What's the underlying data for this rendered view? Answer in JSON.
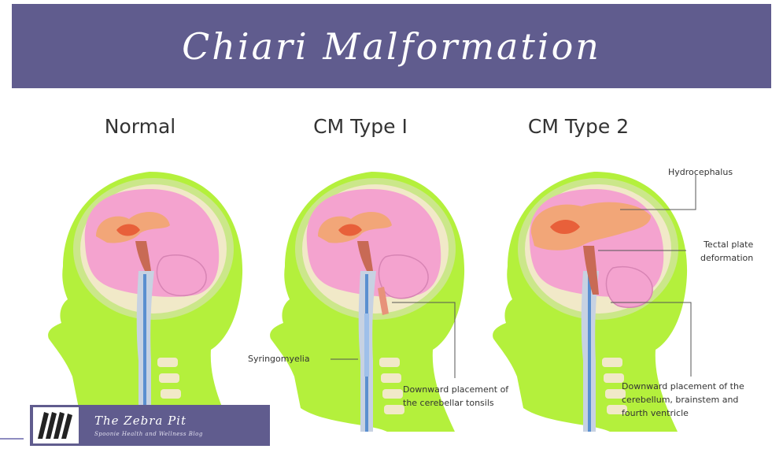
{
  "header": {
    "title": "Chiari Malformation"
  },
  "panels": [
    {
      "title": "Normal"
    },
    {
      "title": "CM Type I"
    },
    {
      "title": "CM Type 2"
    }
  ],
  "labels": {
    "hydrocephalus": "Hydrocephalus",
    "tectal_line1": "Tectal plate",
    "tectal_line2": "deformation",
    "syringomyelia": "Syringomyelia",
    "tonsils_line1": "Downward placement of",
    "tonsils_line2": "the cerebellar tonsils",
    "type2_line1": "Downward placement of the",
    "type2_line2": "cerebellum, brainstem and",
    "type2_line3": "fourth ventricle"
  },
  "logo": {
    "title": "The Zebra Pit",
    "subtitle": "Spoonie Health and Wellness Blog"
  },
  "colors": {
    "banner": "#605c8e",
    "skin": "#b4f03c",
    "brain": "#f4a3cf",
    "ventricle": "#f2a678",
    "spine": "#d6dde8"
  }
}
